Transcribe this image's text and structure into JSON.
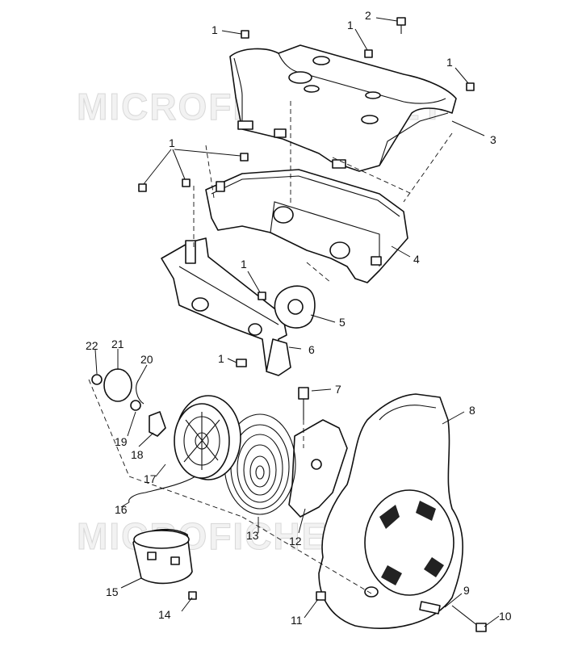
{
  "watermark": "MICROFICHES.NET",
  "callouts": {
    "c1a": "1",
    "c1b": "1",
    "c1c": "1",
    "c1d": "1",
    "c1e": "1",
    "c1f": "1",
    "c2": "2",
    "c3": "3",
    "c4": "4",
    "c5": "5",
    "c6": "6",
    "c7": "7",
    "c8": "8",
    "c9": "9",
    "c10": "10",
    "c11": "11",
    "c12": "12",
    "c13": "13",
    "c14": "14",
    "c15": "15",
    "c16": "16",
    "c17": "17",
    "c18": "18",
    "c19": "19",
    "c20": "20",
    "c21": "21",
    "c22": "22"
  }
}
